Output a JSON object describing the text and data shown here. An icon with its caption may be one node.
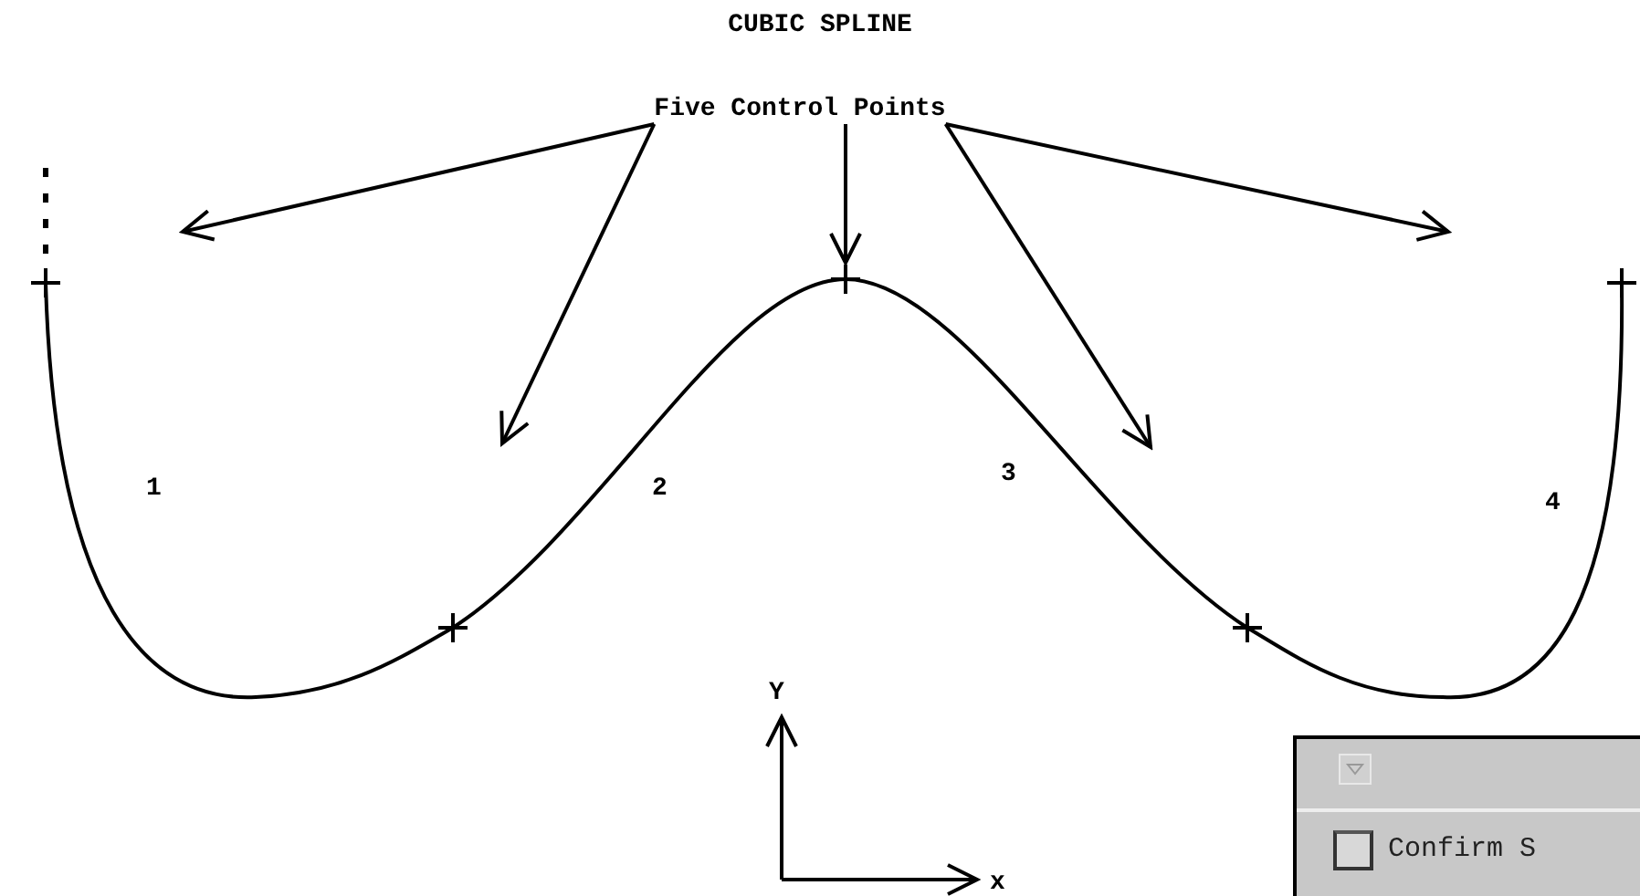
{
  "diagram": {
    "title": "CUBIC SPLINE",
    "nodes": [
      {
        "text": [
          "Five Control Points"
        ]
      },
      {
        "text": [],
        "shape": "cross"
      },
      {
        "text": [],
        "shape": "cross"
      },
      {
        "text": [],
        "shape": "cross"
      },
      {
        "text": [],
        "shape": "cross"
      },
      {
        "text": [],
        "shape": "cross"
      }
    ],
    "edges": [
      {
        "from": 0,
        "to": null,
        "arrow": "to"
      },
      {
        "from": 0,
        "to": null,
        "arrow": "to"
      },
      {
        "from": 0,
        "to": 3,
        "arrow": "to"
      },
      {
        "from": 0,
        "to": null,
        "arrow": "to"
      },
      {
        "from": 0,
        "to": null,
        "arrow": "to"
      },
      {
        "from": 1,
        "to": 2,
        "arrow": "none",
        "label": "1"
      },
      {
        "from": 2,
        "to": 3,
        "arrow": "none",
        "label": "2"
      },
      {
        "from": 3,
        "to": 4,
        "arrow": "none",
        "label": "3"
      },
      {
        "from": 4,
        "to": 5,
        "arrow": "none",
        "label": "4"
      }
    ],
    "labels": [
      "Y",
      "x",
      "Confirm S"
    ]
  }
}
